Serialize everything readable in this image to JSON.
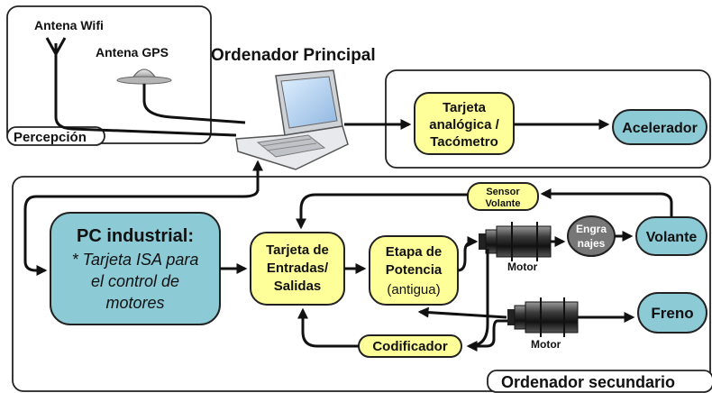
{
  "perception": {
    "wifi_label": "Antena Wifi",
    "gps_label": "Antena GPS",
    "section_label": "Percepción"
  },
  "main_computer": {
    "title": "Ordenador Principal"
  },
  "upper_section": {
    "tarjeta_analogica": [
      "Tarjeta",
      "analógica /",
      "Tacómetro"
    ],
    "acelerador": "Acelerador"
  },
  "secondary": {
    "section_label": "Ordenador secundario",
    "pc_industrial_title": "PC industrial:",
    "pc_industrial_desc": [
      "* Tarjeta ISA para",
      "el control de",
      "motores"
    ],
    "tarjeta_es": [
      "Tarjeta de",
      "Entradas/",
      "Salidas"
    ],
    "etapa_potencia": [
      "Etapa de",
      "Potencia",
      "(antigua)"
    ],
    "sensor_volante": [
      "Sensor",
      "Volante"
    ],
    "engranajes": [
      "Engra",
      "najes"
    ],
    "volante": "Volante",
    "freno": "Freno",
    "codificador": "Codificador",
    "motor_top_label": "Motor",
    "motor_bottom_label": "Motor"
  },
  "colors": {
    "yellow_node": "#ffff99",
    "blue_node": "#8ccad6",
    "gray_node": "#777777",
    "line": "#111111"
  }
}
